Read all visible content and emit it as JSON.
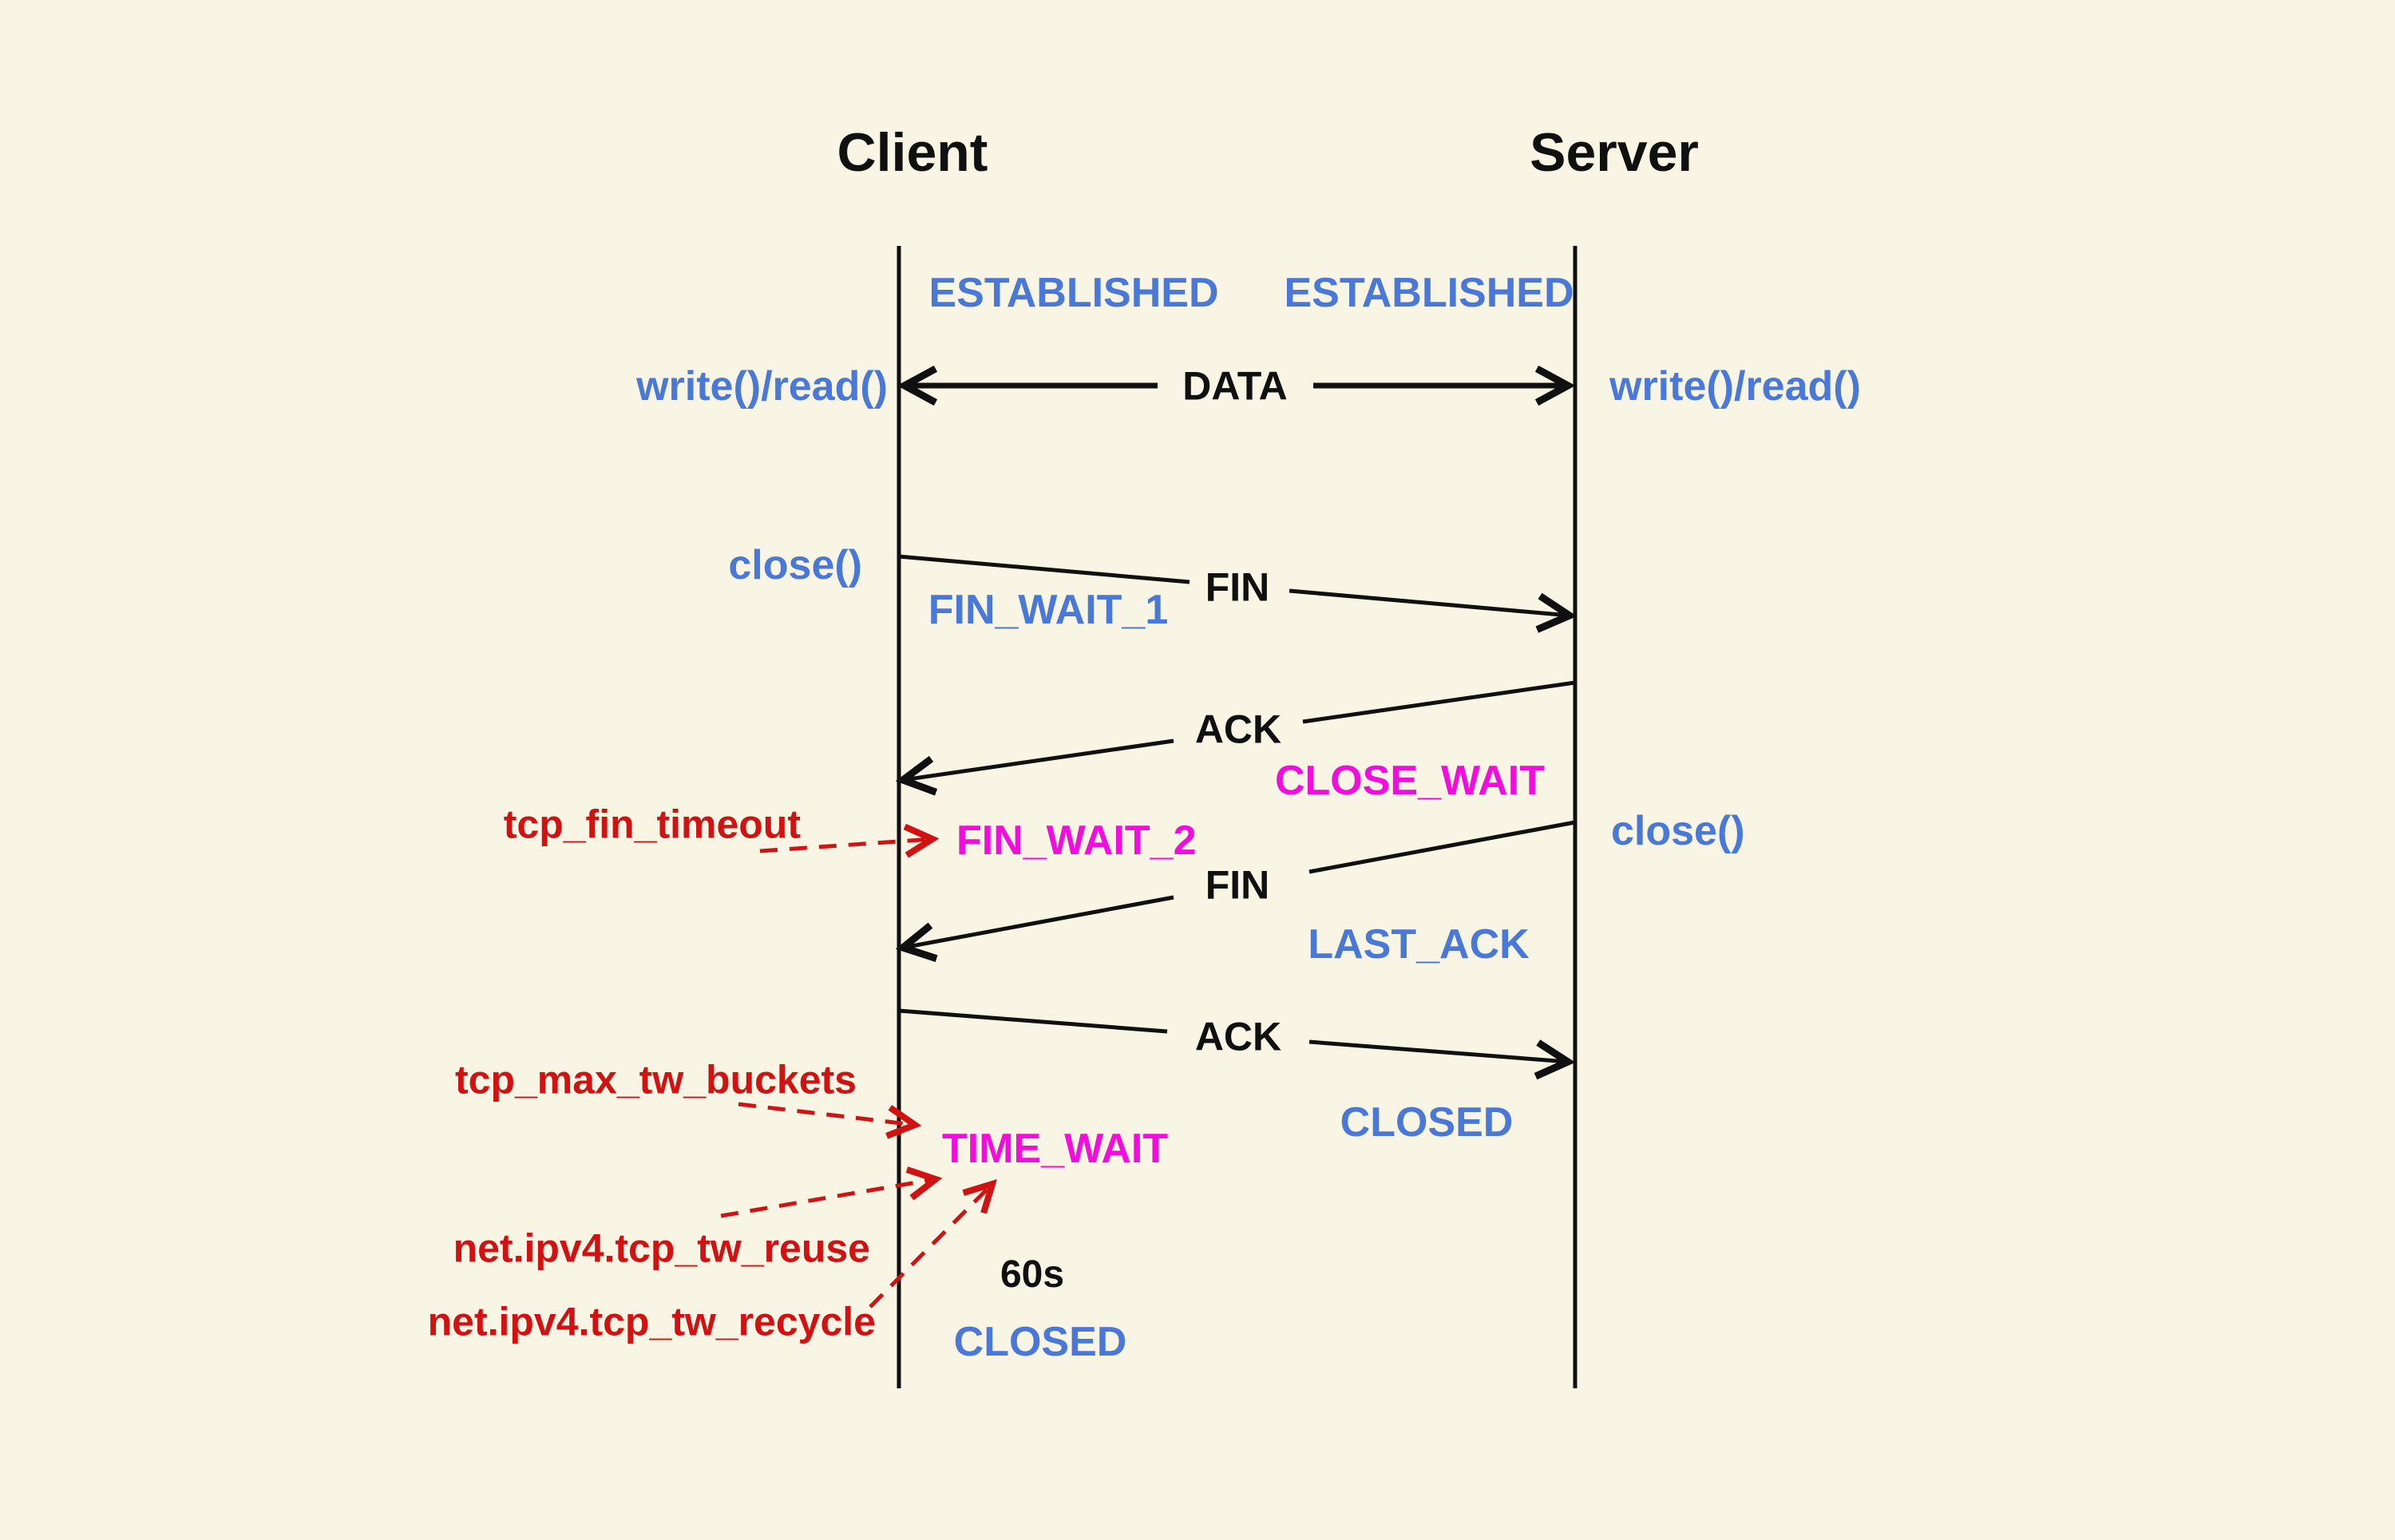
{
  "diagram_type": "tcp-connection-close-sequence",
  "participants": {
    "client": "Client",
    "server": "Server"
  },
  "client_states": {
    "established": "ESTABLISHED",
    "fin_wait_1": "FIN_WAIT_1",
    "fin_wait_2": "FIN_WAIT_2",
    "time_wait": "TIME_WAIT",
    "closed": "CLOSED"
  },
  "server_states": {
    "established": "ESTABLISHED",
    "close_wait": "CLOSE_WAIT",
    "last_ack": "LAST_ACK",
    "closed": "CLOSED"
  },
  "syscalls": {
    "client_write_read": "write()/read()",
    "server_write_read": "write()/read()",
    "client_close": "close()",
    "server_close": "close()"
  },
  "messages": {
    "data": "DATA",
    "fin_client": "FIN",
    "ack_server": "ACK",
    "fin_server": "FIN",
    "ack_client": "ACK"
  },
  "kernel_tunables": {
    "fin_timeout": "tcp_fin_timeout",
    "max_tw_buckets": "tcp_max_tw_buckets",
    "tw_reuse": "net.ipv4.tcp_tw_reuse",
    "tw_recycle": "net.ipv4.tcp_tw_recycle"
  },
  "annotations": {
    "time_wait_duration": "60s"
  },
  "colors": {
    "background": "#f8f5e4",
    "state_blue": "#4a78d8",
    "state_magenta": "#f10ddd",
    "tunable_red": "#d01212",
    "line_black": "#101010"
  }
}
